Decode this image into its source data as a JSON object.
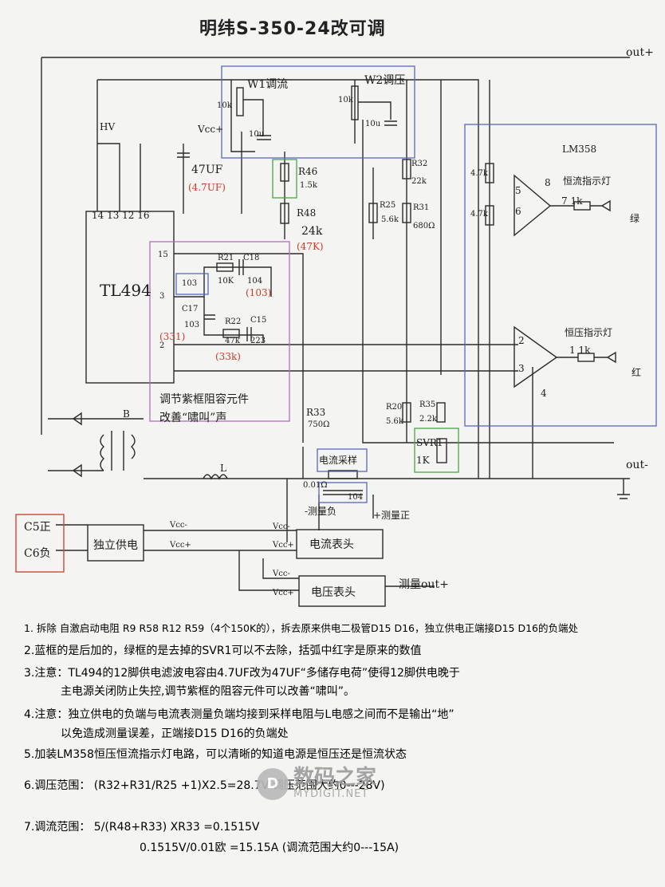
{
  "title": "明纬S-350-24改可调",
  "labels": {
    "out_plus": "out+",
    "out_minus": "out-",
    "w1": "W1调流",
    "w2": "W2调压",
    "pot_10k": "10k",
    "cap_10u": "10u",
    "hv": "HV",
    "vcc_plus": "Vcc+",
    "vcc_minus": "Vcc-",
    "c_47uf": "47UF",
    "c_4_7uf": "(4.7UF)",
    "pins_top": "14  13  12  16",
    "tl494": "TL494",
    "r46": "R46",
    "r46_val": "1.5k",
    "r48": "R48",
    "r48_val": "24k",
    "r48_orig": "(47K)",
    "pin15": "15",
    "r21": "R21",
    "c18": "C18",
    "cap_103": "103",
    "r21_val": "10K",
    "c18_val": "104",
    "c18_orig": "(103)",
    "pin3": "3",
    "c17": "C17",
    "r22": "R22",
    "c15": "C15",
    "r22_val": "47k",
    "c15_val": "223",
    "c17_orig": "(331)",
    "pin2": "2",
    "r22_orig": "(33k)",
    "purple_note_1": "调节紫框阻容元件",
    "purple_note_2": "改善“啸叫”声",
    "r33": "R33",
    "r33_val": "750Ω",
    "r32": "R32",
    "r32_val": "22k",
    "r25": "R25",
    "r25_val": "5.6k",
    "r31": "R31",
    "r31_val": "680Ω",
    "r20": "R20",
    "r20_val": "5.6k",
    "r35": "R35",
    "r35_val": "2.2k",
    "svr1": "SVR1",
    "svr1_val": "1K",
    "lm358": "LM358",
    "r_47k": "4.7k",
    "pin8": "8",
    "cc_led": "恒流指示灯",
    "pin5": "5",
    "pin6": "6",
    "pin7_1k": "7  1k",
    "green": "绿",
    "cv_led": "恒压指示灯",
    "pin1_1k": "1  1k",
    "red": "红",
    "pin4": "4",
    "b": "B",
    "l": "L",
    "sampling": "电流采样",
    "r_001": "0.01Ω",
    "cap_104": "104",
    "meas_minus": "-测量负",
    "meas_plus": "+测量正",
    "c5": "C5正",
    "c6": "C6负",
    "isolated_supply": "独立供电",
    "current_meter": "电流表头",
    "voltage_meter": "电压表头",
    "meas_out": "测量out+"
  },
  "notes": [
    "1. 拆除 自激启动电阻 R9 R58  R12 R59（4个150K的），拆去原来供电二极管D15 D16，独立供电正端接D15 D16的负端处",
    "2.蓝框的是后加的，绿框的是去掉的SVR1可以不去除，括弧中红字是原来的数值",
    "3.注意：TL494的12脚供电滤波电容由4.7UF改为47UF“多储存电荷”使得12脚供电晚于",
    "主电源关闭防止失控,调节紫框的阻容元件可以改善“啸叫”。",
    "4.注意：独立供电的负端与电流表测量负端均接到采样电阻与L电感之间而不是输出“地”",
    "以免造成测量误差，正端接D15 D16的负端处",
    "5.加装LM358恒压恒流指示灯电路，可以清晰的知道电源是恒压还是恒流状态",
    "6.调压范围：   (R32+R31/R25 +1)X2.5=28.7V         调压范围大约0---28V)",
    "7.调流范围：       5/(R48+R33) XR33 =0.1515V",
    "0.1515V/0.01欧 =15.15A                (调流范围大约0---15A)"
  ],
  "watermark": {
    "logo": "D",
    "name": "数码之家",
    "url": "MYDIGIT.NET"
  }
}
